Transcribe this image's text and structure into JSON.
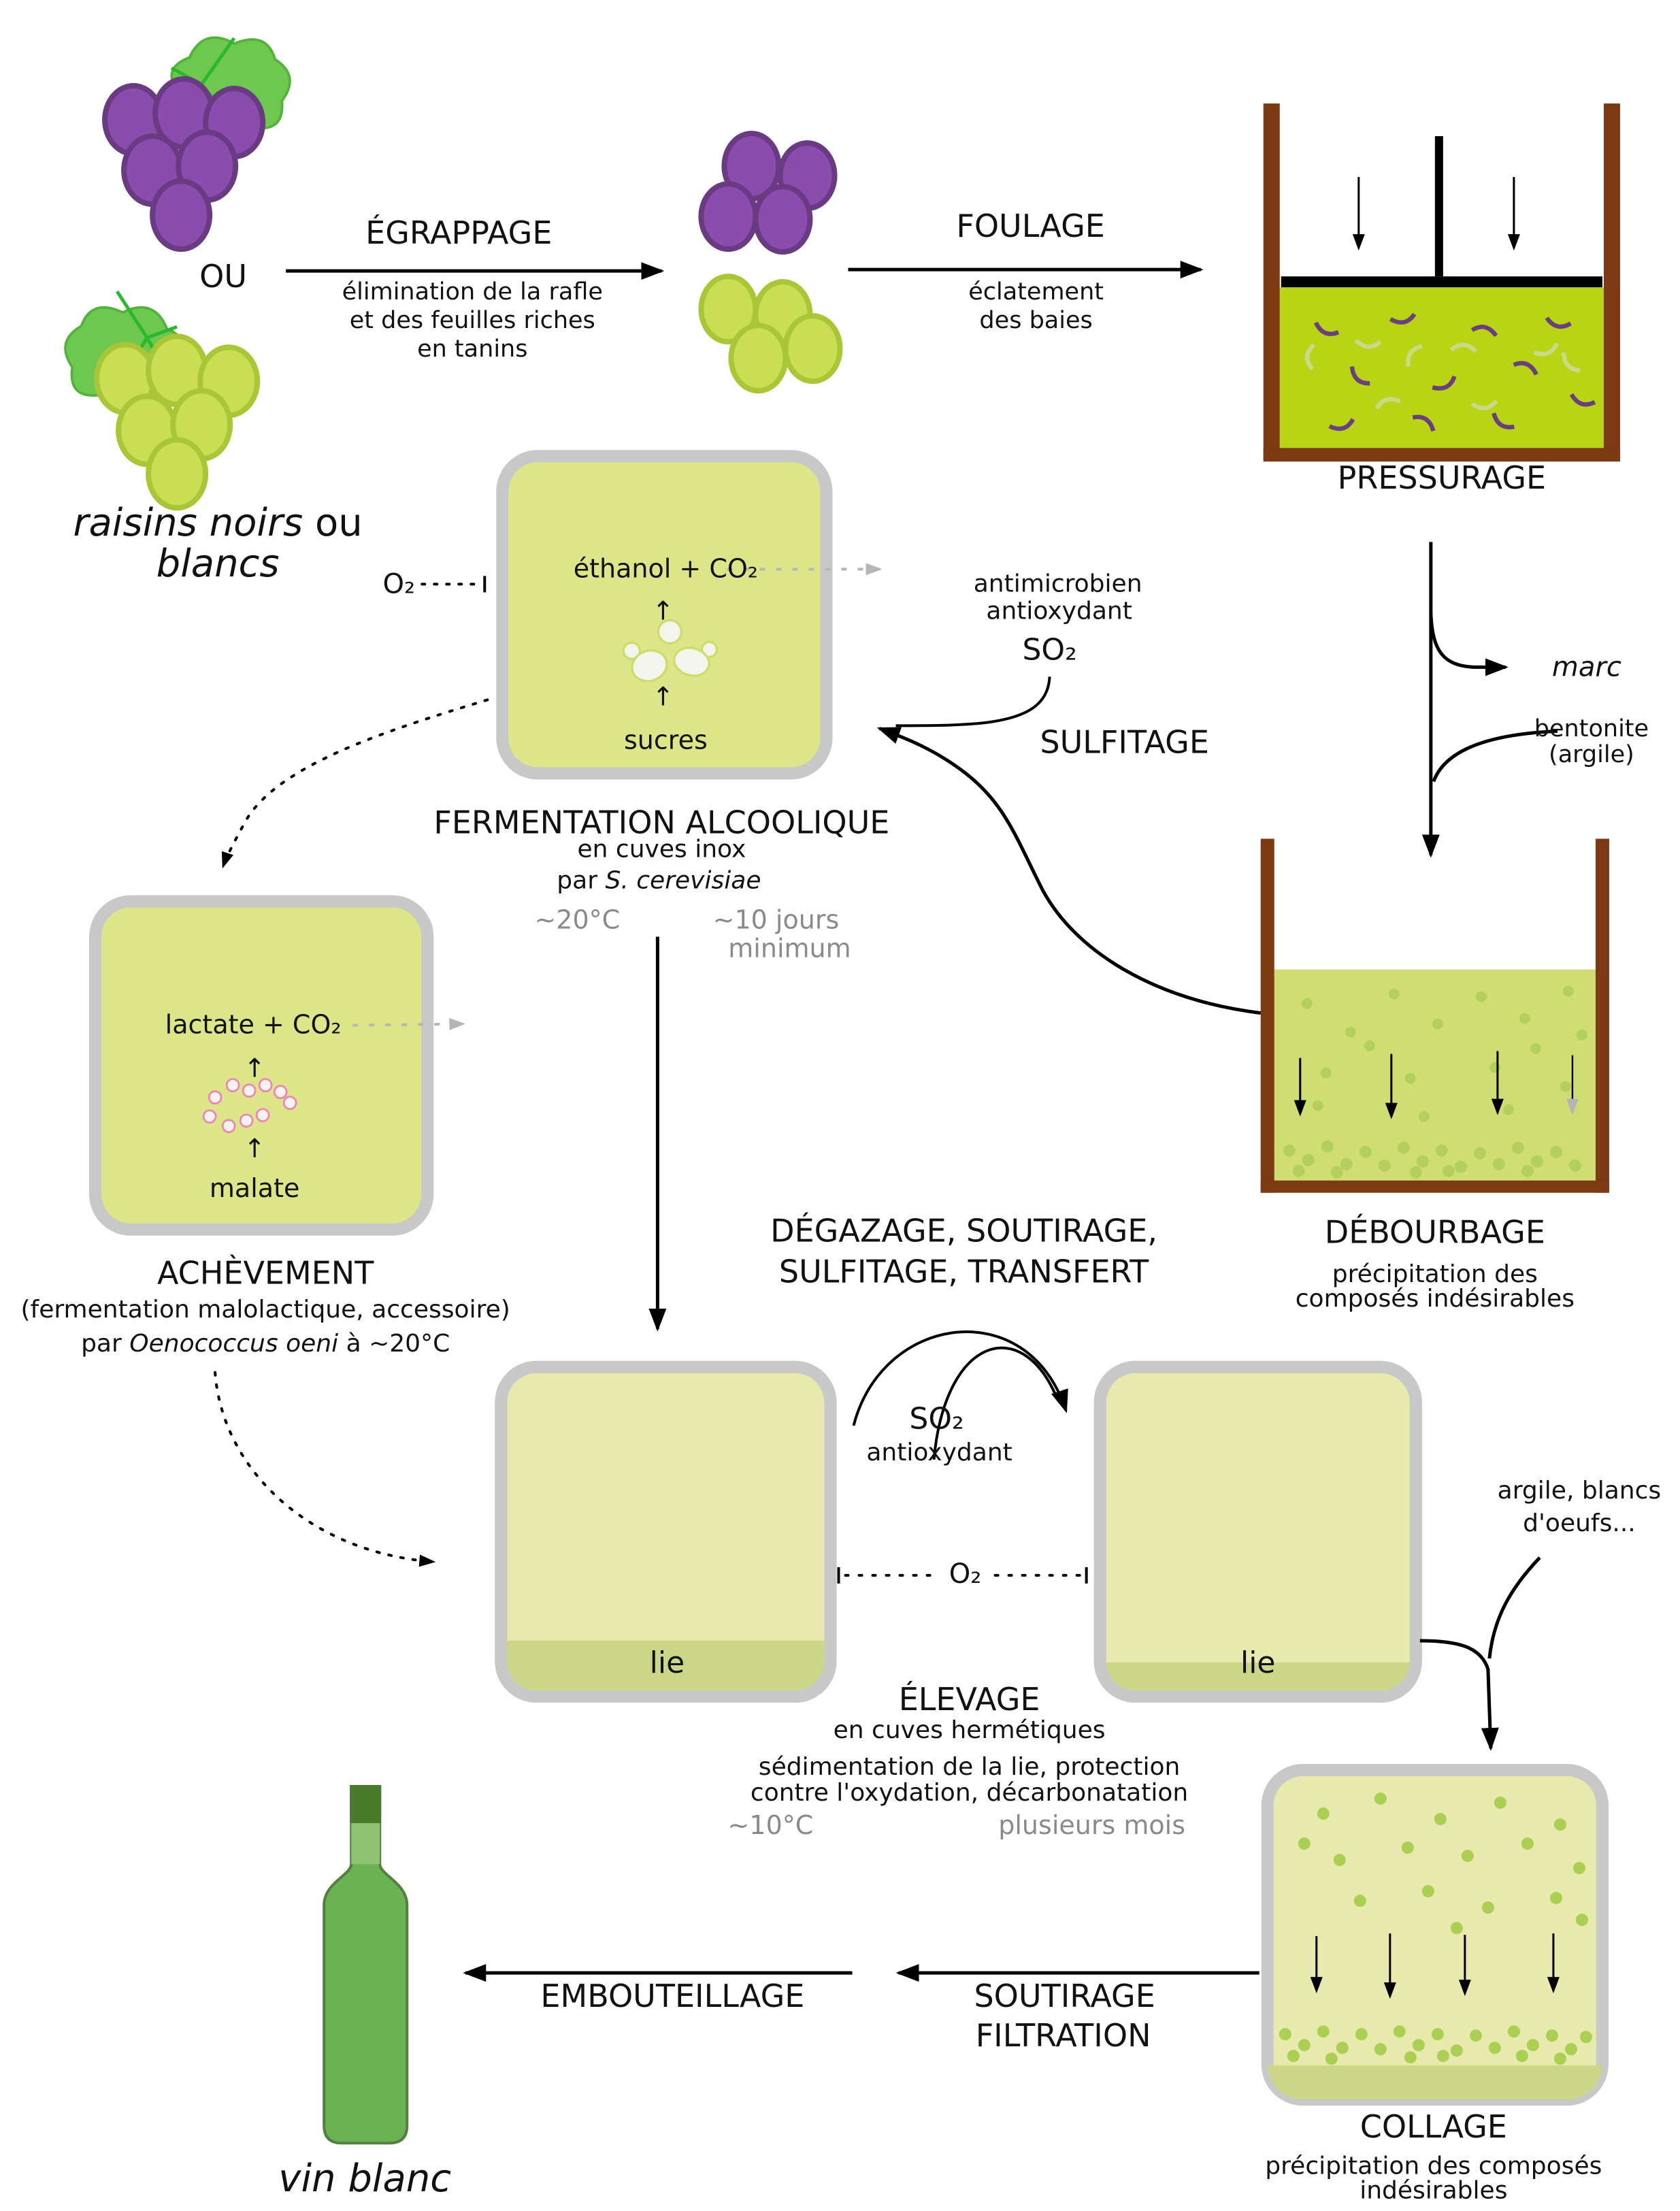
{
  "labels": {
    "ou": "OU",
    "raisins_l1a": "raisins noirs",
    "raisins_l1b": " ou",
    "raisins_l2": "blancs",
    "egrappage_title": "ÉGRAPPAGE",
    "egrappage_d1": "élimination de la rafle",
    "egrappage_d2": "et des feuilles riches",
    "egrappage_d3": "en tanins",
    "foulage_title": "FOULAGE",
    "foulage_d1": "éclatement",
    "foulage_d2": "des baies",
    "pressurage_title": "PRESSURAGE",
    "marc": "marc",
    "bentonite_l1": "bentonite",
    "bentonite_l2": "(argile)",
    "debourbage_title": "DÉBOURBAGE",
    "debourbage_d1": "précipitation des",
    "debourbage_d2": "composés indésirables",
    "sulfitage_a1": "antimicrobien",
    "sulfitage_a2": "antioxydant",
    "sulfitage_so2": "SO₂",
    "sulfitage_title": "SULFITAGE",
    "ferm_ethanol": "éthanol + CO₂",
    "ferm_sucres": "sucres",
    "ferm_o2": "O₂",
    "up_arrow": "↑",
    "ferm_title": "FERMENTATION ALCOOLIQUE",
    "ferm_d1": "en cuves inox",
    "ferm_d2a": "par ",
    "ferm_d2b": "S. cerevisiae",
    "ferm_temp": "~20°C",
    "ferm_dur1": "~10 jours",
    "ferm_dur2": "minimum",
    "achv_lactate": "lactate + CO₂",
    "achv_malate": "malate",
    "achv_title": "ACHÈVEMENT",
    "achv_d1": "(fermentation malolactique, accessoire)",
    "achv_d2a": "par ",
    "achv_d2b": "Oenococcus oeni",
    "achv_d2c": " à ~20°C",
    "degaz_l1": "DÉGAZAGE, SOUTIRAGE,",
    "degaz_l2": "SULFITAGE, TRANSFERT",
    "degaz_so2": "SO₂",
    "degaz_antiox": "antioxydant",
    "lie": "lie",
    "elevage_o2": "O₂",
    "elevage_title": "ÉLEVAGE",
    "elevage_d1": "en cuves hermétiques",
    "elevage_d2": "sédimentation de la lie, protection",
    "elevage_d3": "contre l'oxydation, décarbonatation",
    "elevage_temp": "~10°C",
    "elevage_dur": "plusieurs mois",
    "collage_note1": "argile, blancs",
    "collage_note2": "d'oeufs...",
    "collage_title": "COLLAGE",
    "collage_d1": "précipitation des composés",
    "collage_d2": "indésirables",
    "soutirage": "SOUTIRAGE",
    "filtration": "FILTRATION",
    "embouteillage": "EMBOUTEILLAGE",
    "vin_blanc": "vin blanc"
  },
  "colors": {
    "vat_fill": "#dce688",
    "vat_pale_fill": "#e7e9ad",
    "vat_band": "#ccd687",
    "vat_border": "#c8c8c8",
    "wood_brown": "#7b3a11",
    "juice": "#b8d414",
    "must": "#cfdd73",
    "sediment_dot": "#b4d05c",
    "collage_dot": "#aacf52",
    "grape_purple": "#8a4dae",
    "grape_purple_line": "#6a3b82",
    "grape_green": "#c9dd55",
    "grape_green_line": "#a9c636",
    "leaf": "#6ec74f",
    "bottle": "#6bb254",
    "grey_text": "#8a8a8a",
    "grey_arrow": "#b5b5b5"
  }
}
